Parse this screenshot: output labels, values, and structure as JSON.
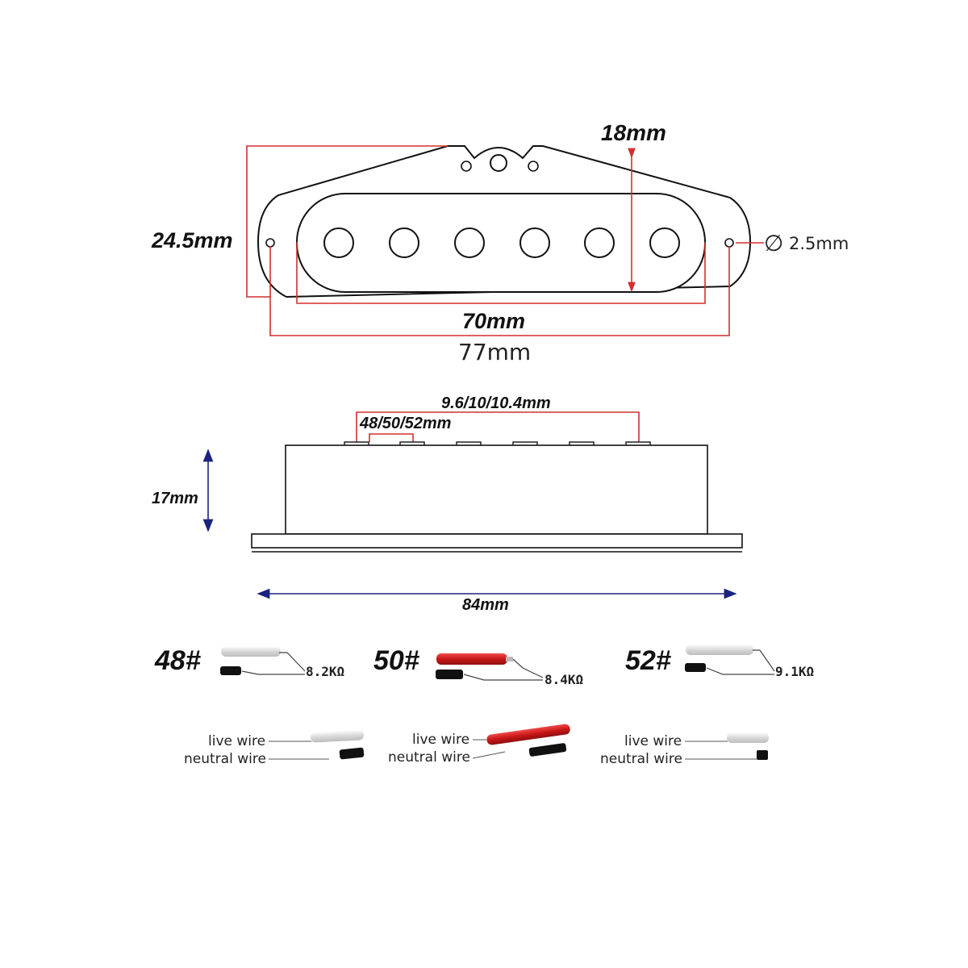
{
  "colors": {
    "dimension_red": "#d32f2f",
    "dimension_blue": "#1a237e",
    "outline": "#111111",
    "wire_white": "#e8e8e8",
    "wire_black": "#111111",
    "wire_red": "#d81c1c"
  },
  "top_view": {
    "width_label": "18mm",
    "height_label": "24.5mm",
    "hole_label": "2.5mm",
    "diameter_symbol": "∅",
    "inner_length_label": "70mm",
    "outer_length_label": "77mm",
    "pole_count": 6
  },
  "side_view": {
    "spacing_label": "9.6/10/10.4mm",
    "string_spacing_label": "48/50/52mm",
    "height_label": "17mm",
    "length_label": "84mm"
  },
  "models": [
    {
      "name": "48#",
      "resistance": "8.2KΩ",
      "live_color": "white"
    },
    {
      "name": "50#",
      "resistance": "8.4KΩ",
      "live_color": "red"
    },
    {
      "name": "52#",
      "resistance": "9.1KΩ",
      "live_color": "white"
    }
  ],
  "wiring": {
    "live_label": "live wire",
    "neutral_label": "neutral wire"
  }
}
